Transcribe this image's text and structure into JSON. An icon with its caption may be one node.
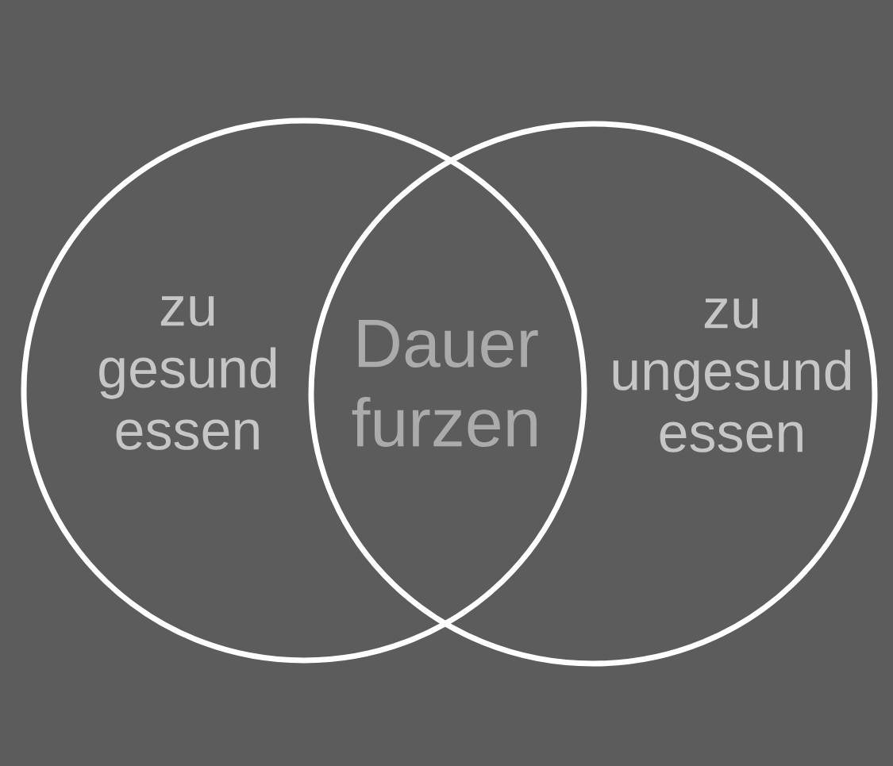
{
  "diagram": {
    "nodes": [
      {
        "text": [
          "zu gesund essen"
        ]
      },
      {
        "text": [
          "zu ungesund essen"
        ]
      }
    ],
    "labels": [
      "Dauer furzen"
    ]
  }
}
